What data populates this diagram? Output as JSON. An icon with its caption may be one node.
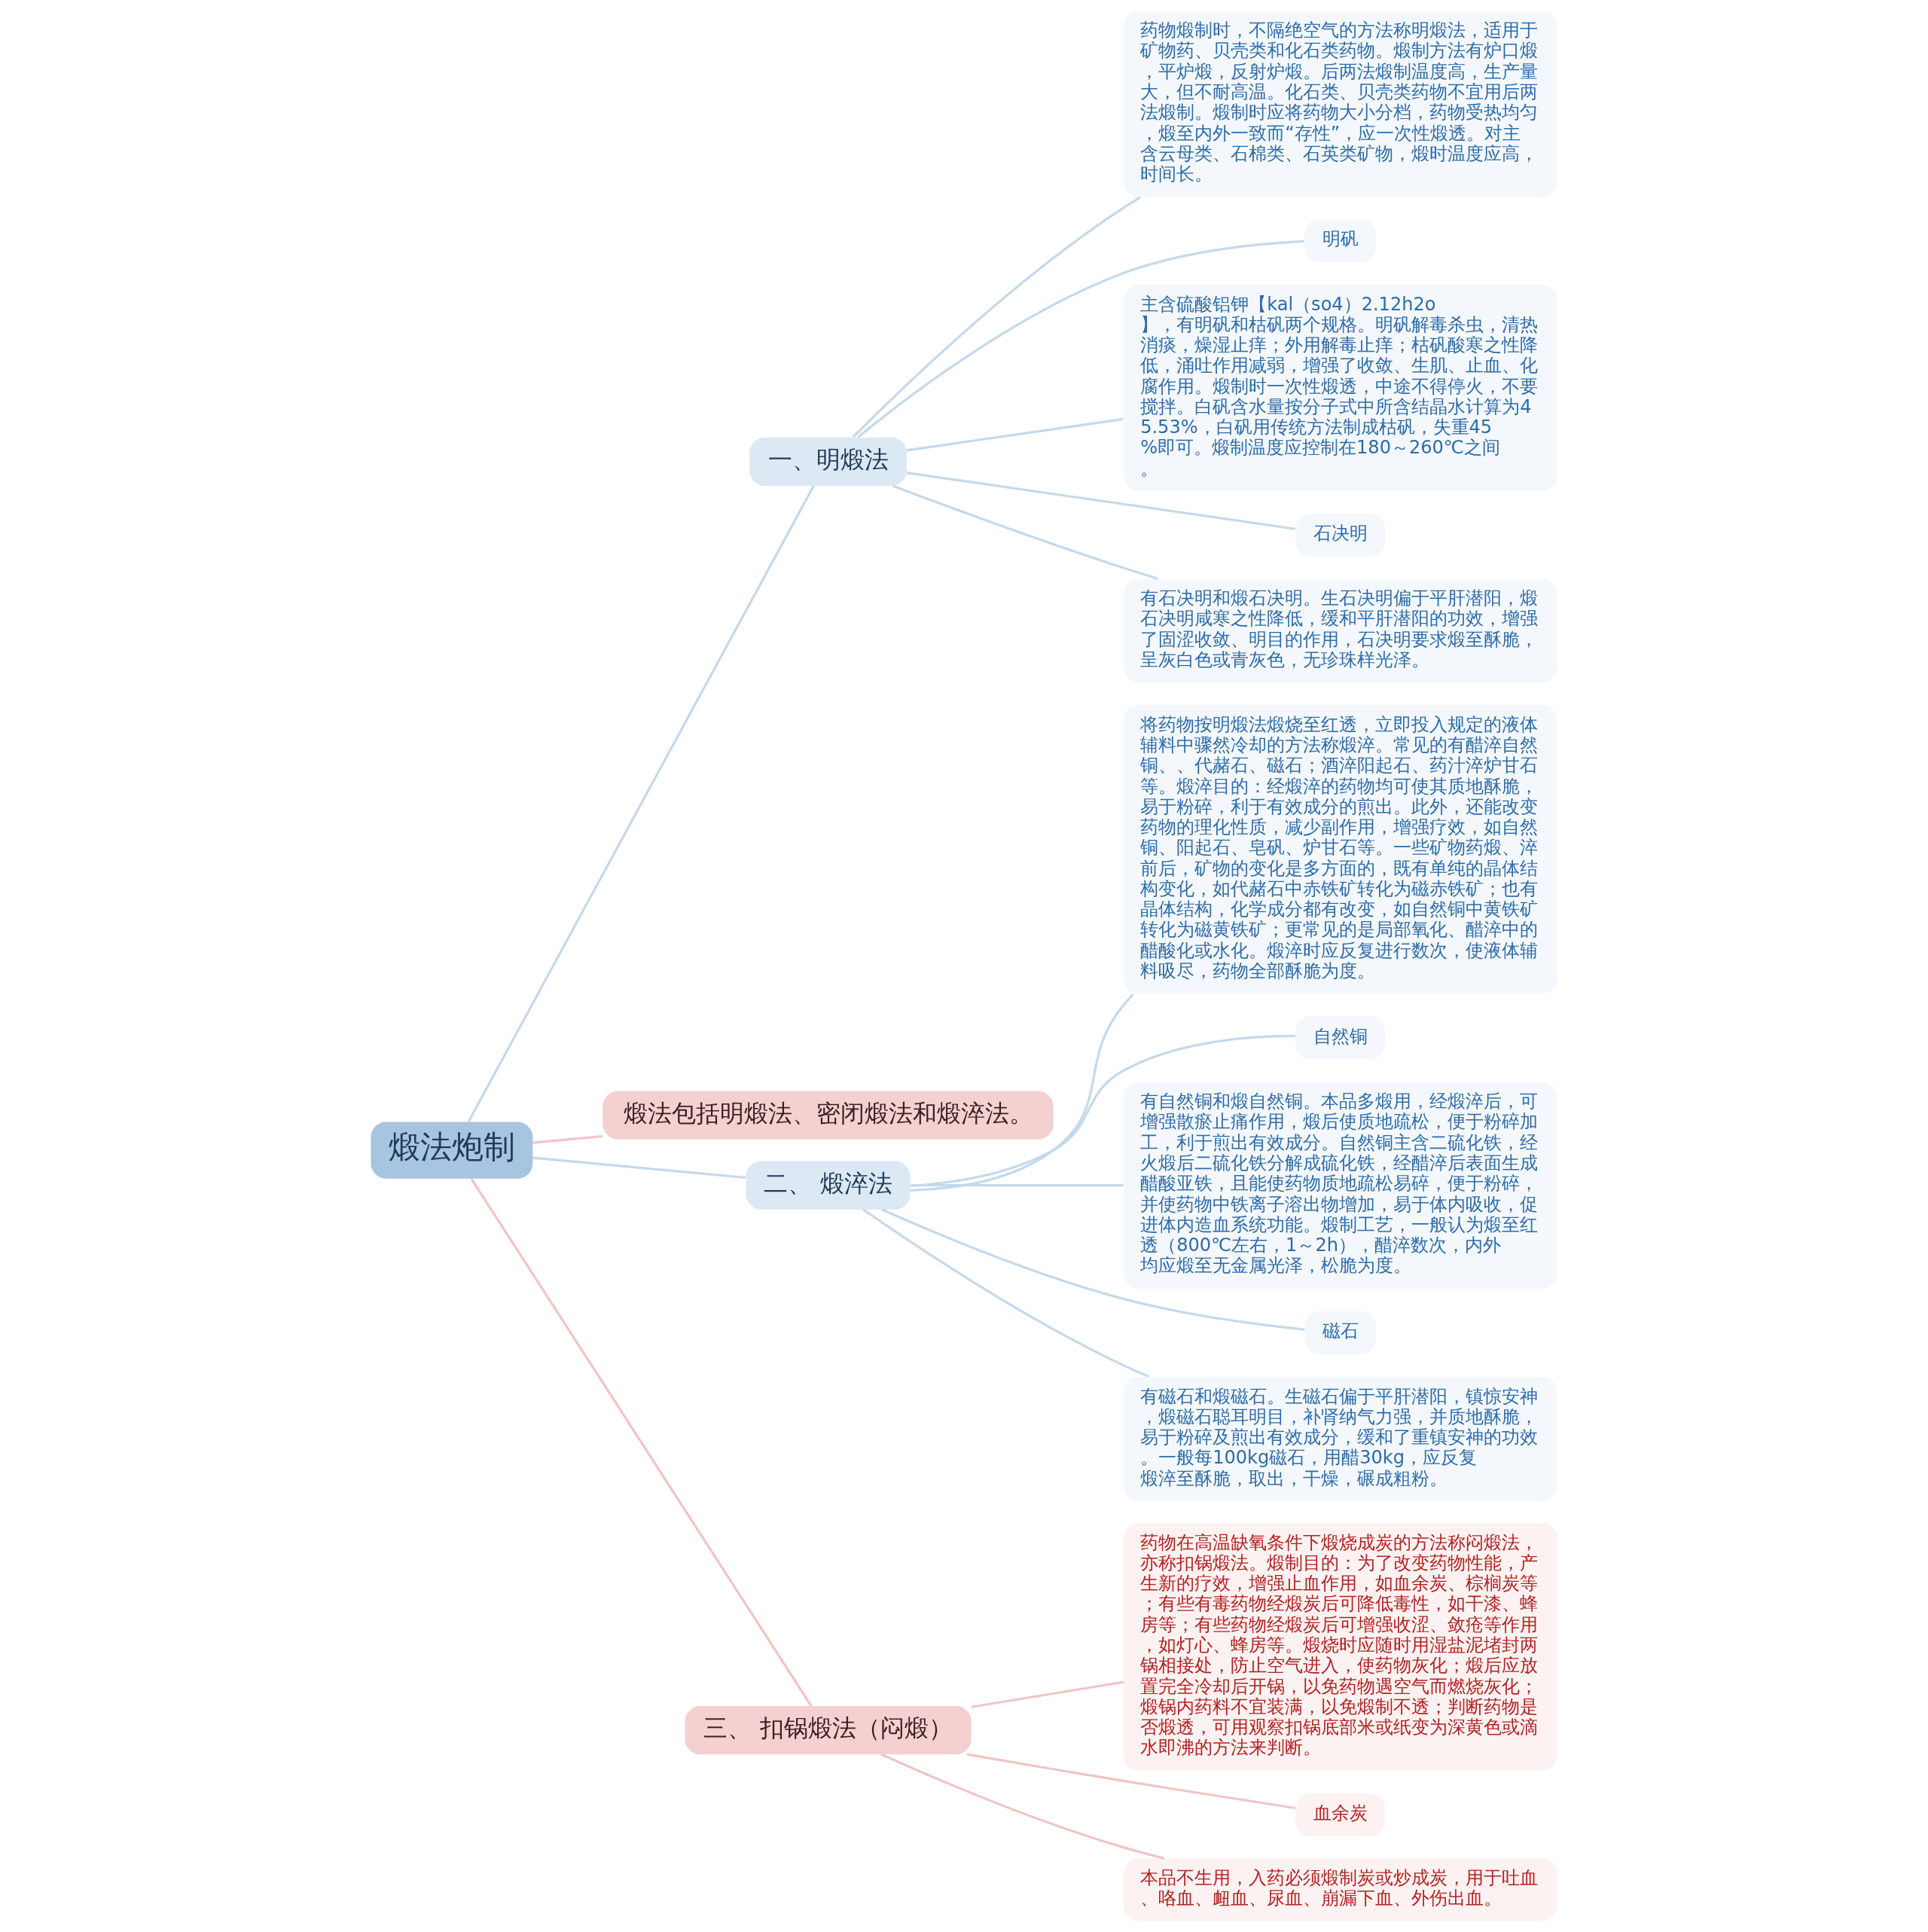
{
  "diagram": {
    "nodes": [
      {
        "text": [
          "煅法炮制"
        ]
      },
      {
        "text": [
          "一、明煅法"
        ]
      },
      {
        "text": [
          "药物煅制时，不隔绝空气的方法称明煅法，适用于矿物药、贝壳类和化石类药物。煅制方法有炉口煅，平炉煅，反射炉煅。后两法煅制温度高，生产量大，但不耐高温。化石类、贝壳类药物不宜用后两法煅制。煅制时应将药物大小分档，药物受热均匀，煅至内外一致而“存性”，应一次性煅透。对主含云母类、石棉类、石英类矿物，煅时温度应高，时间长。"
        ]
      },
      {
        "text": [
          "明矾"
        ]
      },
      {
        "text": [
          "主含硫酸铝钾【kal（so4）2.12h2o】，有明矾和枯矾两个规格。明矾解毒杀虫，清热消痰，燥湿止痒；外用解毒止痒；枯矾酸寒之性降低，涌吐作用减弱，增强了收敛、生肌、止血、化腐作用。煅制时一次性煅透，中途不得停火，不要搅拌。白矾含水量按分子式中所含结晶水计算为45.53%，白矾用传统方法制成枯矾，失重45%即可。煅制温度应控制在180～260℃之间。"
        ]
      },
      {
        "text": [
          "石决明"
        ]
      },
      {
        "text": [
          "有石决明和煅石决明。生石决明偏于平肝潜阳，煅石决明咸寒之性降低，缓和平肝潜阳的功效，增强了固涩收敛、明目的作用，石决明要求煅至酥脆，呈灰白色或青灰色，无珍珠样光泽。"
        ]
      },
      {
        "text": [
          "煅法包括明煅法、密闭煅法和煅淬法。"
        ]
      },
      {
        "text": [
          "二、 煅淬法"
        ]
      },
      {
        "text": [
          "将药物按明煅法煅烧至红透，立即投入规定的液体辅料中骤然冷却的方法称煅淬。常见的有醋淬自然铜、、代赭石、磁石；酒淬阳起石、药汁淬炉甘石等。煅淬目的：经煅淬的药物均可使其质地酥脆，易于粉碎，利于有效成分的煎出。此外，还能改变药物的理化性质，减少副作用，增强疗效，如自然铜、阳起石、皂矾、炉甘石等。一些矿物药煅、淬前后，矿物的变化是多方面的，既有单纯的晶体结构变化，如代赭石中赤铁矿转化为磁赤铁矿；也有晶体结构，化学成分都有改变，如自然铜中黄铁矿转化为磁黄铁矿；更常见的是局部氧化、醋淬中的醋酸化或水化。煅淬时应反复进行数次，使液体辅料吸尽，药物全部酥脆为度。"
        ]
      },
      {
        "text": [
          "自然铜"
        ]
      },
      {
        "text": [
          "有自然铜和煅自然铜。本品多煅用，经煅淬后，可增强散瘀止痛作用，煅后使质地疏松，便于粉碎加工，利于煎出有效成分。自然铜主含二硫化铁，经火煅后二硫化铁分解成硫化铁，经醋淬后表面生成醋酸亚铁，且能使药物质地疏松易碎，便于粉碎，并使药物中铁离子溶出物增加，易于体内吸收，促进体内造血系统功能。煅制工艺，一般认为煅至红透（800℃左右，1～2h），醋淬数次，内外均应煅至无金属光泽，松脆为度。"
        ]
      },
      {
        "text": [
          "磁石"
        ]
      },
      {
        "text": [
          "有磁石和煅磁石。生磁石偏于平肝潜阳，镇惊安神，煅磁石聪耳明目，补肾纳气力强，并质地酥脆，易于粉碎及煎出有效成分，缓和了重镇安神的功效。一般每100kg磁石，用醋30kg，应反复煅淬至酥脆，取出，干燥，碾成粗粉。"
        ]
      },
      {
        "text": [
          "三、 扣锅煅法（闷煅）"
        ]
      },
      {
        "text": [
          "药物在高温缺氧条件下煅烧成炭的方法称闷煅法，亦称扣锅煅法。煅制目的：为了改变药物性能，产生新的疗效，增强止血作用，如血余炭、棕榈炭等；有些有毒药物经煅炭后可降低毒性，如干漆、蜂房等；有些药物经煅炭后可增强收涩、敛疮等作用，如灯心、蜂房等。煅烧时应随时用湿盐泥堵封两锅相接处，防止空气进入，使药物灰化；煅后应放置完全冷却后开锅，以免药物遇空气而燃烧灰化；煅锅内药料不宜装满，以免煅制不透；判断药物是否煅透，可用观察扣锅底部米或纸变为深黄色或滴水即沸的方法来判断。"
        ]
      },
      {
        "text": [
          "血余炭"
        ]
      },
      {
        "text": [
          "本品不生用，入药必须煅制炭或炒成炭，用于吐血、咯血、衄血、尿血、崩漏下血、外伤出血。"
        ]
      }
    ],
    "edges": [
      {
        "from": 0,
        "to": 1,
        "arrow": "none"
      },
      {
        "from": 1,
        "to": 2,
        "arrow": "none"
      },
      {
        "from": 1,
        "to": 3,
        "arrow": "none"
      },
      {
        "from": 1,
        "to": 4,
        "arrow": "none"
      },
      {
        "from": 1,
        "to": 5,
        "arrow": "none"
      },
      {
        "from": 1,
        "to": 6,
        "arrow": "none"
      },
      {
        "from": 0,
        "to": 7,
        "arrow": "none",
        "color": "#f2c4c4"
      },
      {
        "from": 0,
        "to": 8,
        "arrow": "none"
      },
      {
        "from": 8,
        "to": 9,
        "arrow": "none"
      },
      {
        "from": 8,
        "to": 10,
        "arrow": "none"
      },
      {
        "from": 8,
        "to": 11,
        "arrow": "none"
      },
      {
        "from": 8,
        "to": 12,
        "arrow": "none"
      },
      {
        "from": 8,
        "to": 13,
        "arrow": "none"
      },
      {
        "from": 0,
        "to": 14,
        "arrow": "none",
        "color": "#f2c4c4"
      },
      {
        "from": 14,
        "to": 15,
        "arrow": "none",
        "color": "#f2c4c4"
      },
      {
        "from": 14,
        "to": 16,
        "arrow": "none",
        "color": "#f2c4c4"
      },
      {
        "from": 14,
        "to": 17,
        "arrow": "none",
        "color": "#f2c4c4"
      }
    ]
  }
}
